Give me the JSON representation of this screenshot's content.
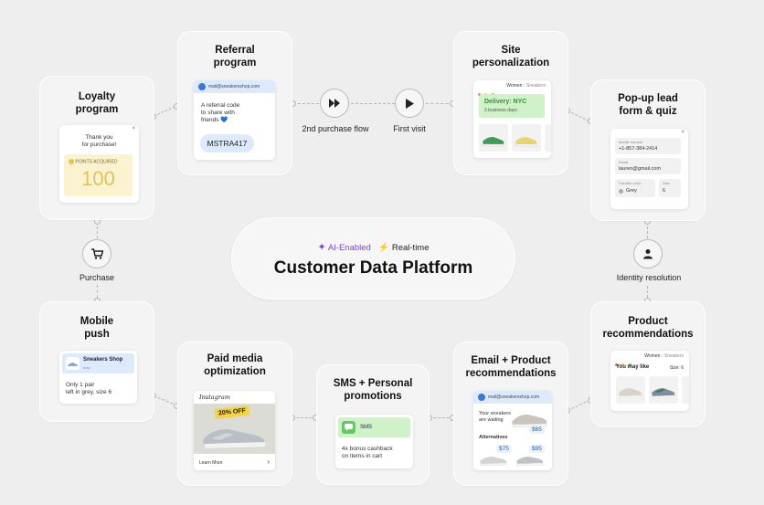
{
  "center": {
    "ai_label": "AI-Enabled",
    "realtime_label": "Real-time",
    "title": "Customer Data Platform"
  },
  "colors": {
    "ai_purple": "#7b3fe4",
    "green_bg": "#cff2c8",
    "yellow_bg": "#fbf3d0",
    "blue_light": "#dceafb"
  },
  "loyalty": {
    "title_line1": "Loyalty",
    "title_line2": "program",
    "thanks_line1": "Thank you",
    "thanks_line2": "for purchase!",
    "points_label": "POINTS ACQUIRED",
    "points_value": "100"
  },
  "referral": {
    "title_line1": "Referral",
    "title_line2": "program",
    "email": "mail@sneakersshop.com",
    "msg_line1": "A referral code",
    "msg_line2": "to share with",
    "msg_line3": "friends 💙",
    "code": "MSTRA417"
  },
  "flow": {
    "second_purchase": "2nd purchase flow",
    "first_visit": "First visit",
    "purchase": "Purchase",
    "identity": "Identity resolution"
  },
  "site": {
    "title_line1": "Site",
    "title_line2": "personalization",
    "breadcrumb_a": "Women",
    "breadcrumb_b": "Sneakers",
    "delivery": "Delivery: NYC",
    "delivery_sub": "3 business days"
  },
  "popup": {
    "title_line1": "Pop-up lead",
    "title_line2": "form & quiz",
    "field1_label": "Mobile number",
    "field1_value": "+1-857-384-2414",
    "field2_label": "Email",
    "field2_value": "lauren@gmail.com",
    "field3_label": "Favorite color",
    "field3_value": "Grey",
    "field4_label": "Size",
    "field4_value": "6"
  },
  "push": {
    "title_line1": "Mobile",
    "title_line2": "push",
    "app": "Sneakers Shop",
    "time": "now",
    "msg_line1": "Only 1 pair",
    "msg_line2": "left in grey, size 6"
  },
  "paid": {
    "title_line1": "Paid media",
    "title_line2": "optimization",
    "brand": "Instagram",
    "badge": "20% OFF",
    "cta": "Learn More",
    "chevron": "›"
  },
  "sms": {
    "title_line1": "SMS + Personal",
    "title_line2": "promotions",
    "label": "SMS",
    "msg_line1": "4x bonus cashback",
    "msg_line2": "on items in cart"
  },
  "email": {
    "title_line1": "Email + Product",
    "title_line2": "recommendations",
    "address": "mail@sneakersshop.com",
    "msg_line1": "Your sneakers",
    "msg_line2": "are waiting",
    "price1": "$65",
    "alternatives": "Alternatives",
    "price2": "$75",
    "price3": "$95"
  },
  "products": {
    "title_line1": "Product",
    "title_line2": "recommendations",
    "breadcrumb_a": "Women",
    "breadcrumb_b": "Sneakers",
    "may_like": "You may like",
    "size": "Size: 6"
  }
}
